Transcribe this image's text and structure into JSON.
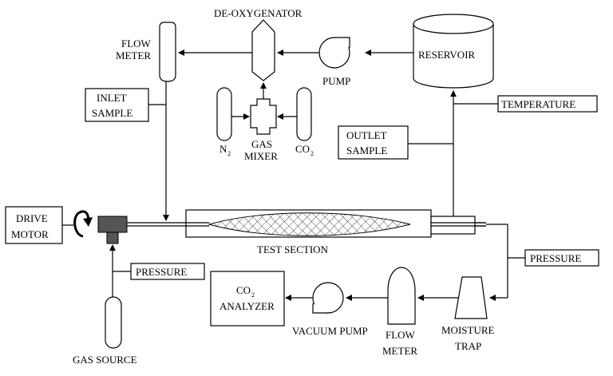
{
  "labels": {
    "deoxygenator": "DE-OXYGENATOR",
    "flow_meter_1": "FLOW",
    "flow_meter_2": "METER",
    "pump": "PUMP",
    "reservoir": "RESERVOIR",
    "inlet_sample_1": "INLET",
    "inlet_sample_2": "SAMPLE",
    "temperature": "TEMPERATURE",
    "outlet_sample_1": "OUTLET",
    "outlet_sample_2": "SAMPLE",
    "n2": "N",
    "n2_sub": "2",
    "gas_mixer_1": "GAS",
    "gas_mixer_2": "MIXER",
    "co2": "CO",
    "co2_sub": "2",
    "drive_motor_1": "DRIVE",
    "drive_motor_2": "MOTOR",
    "test_section": "TEST SECTION",
    "pressure_left": "PRESSURE",
    "pressure_right": "PRESSURE",
    "co2_analyzer_1": "CO",
    "co2_analyzer_sub": "2",
    "co2_analyzer_2": "ANALYZER",
    "vacuum_pump": "VACUUM PUMP",
    "flow_meter_low_1": "FLOW",
    "flow_meter_low_2": "METER",
    "moisture_trap_1": "MOISTURE",
    "moisture_trap_2": "TRAP",
    "gas_source": "GAS SOURCE"
  }
}
